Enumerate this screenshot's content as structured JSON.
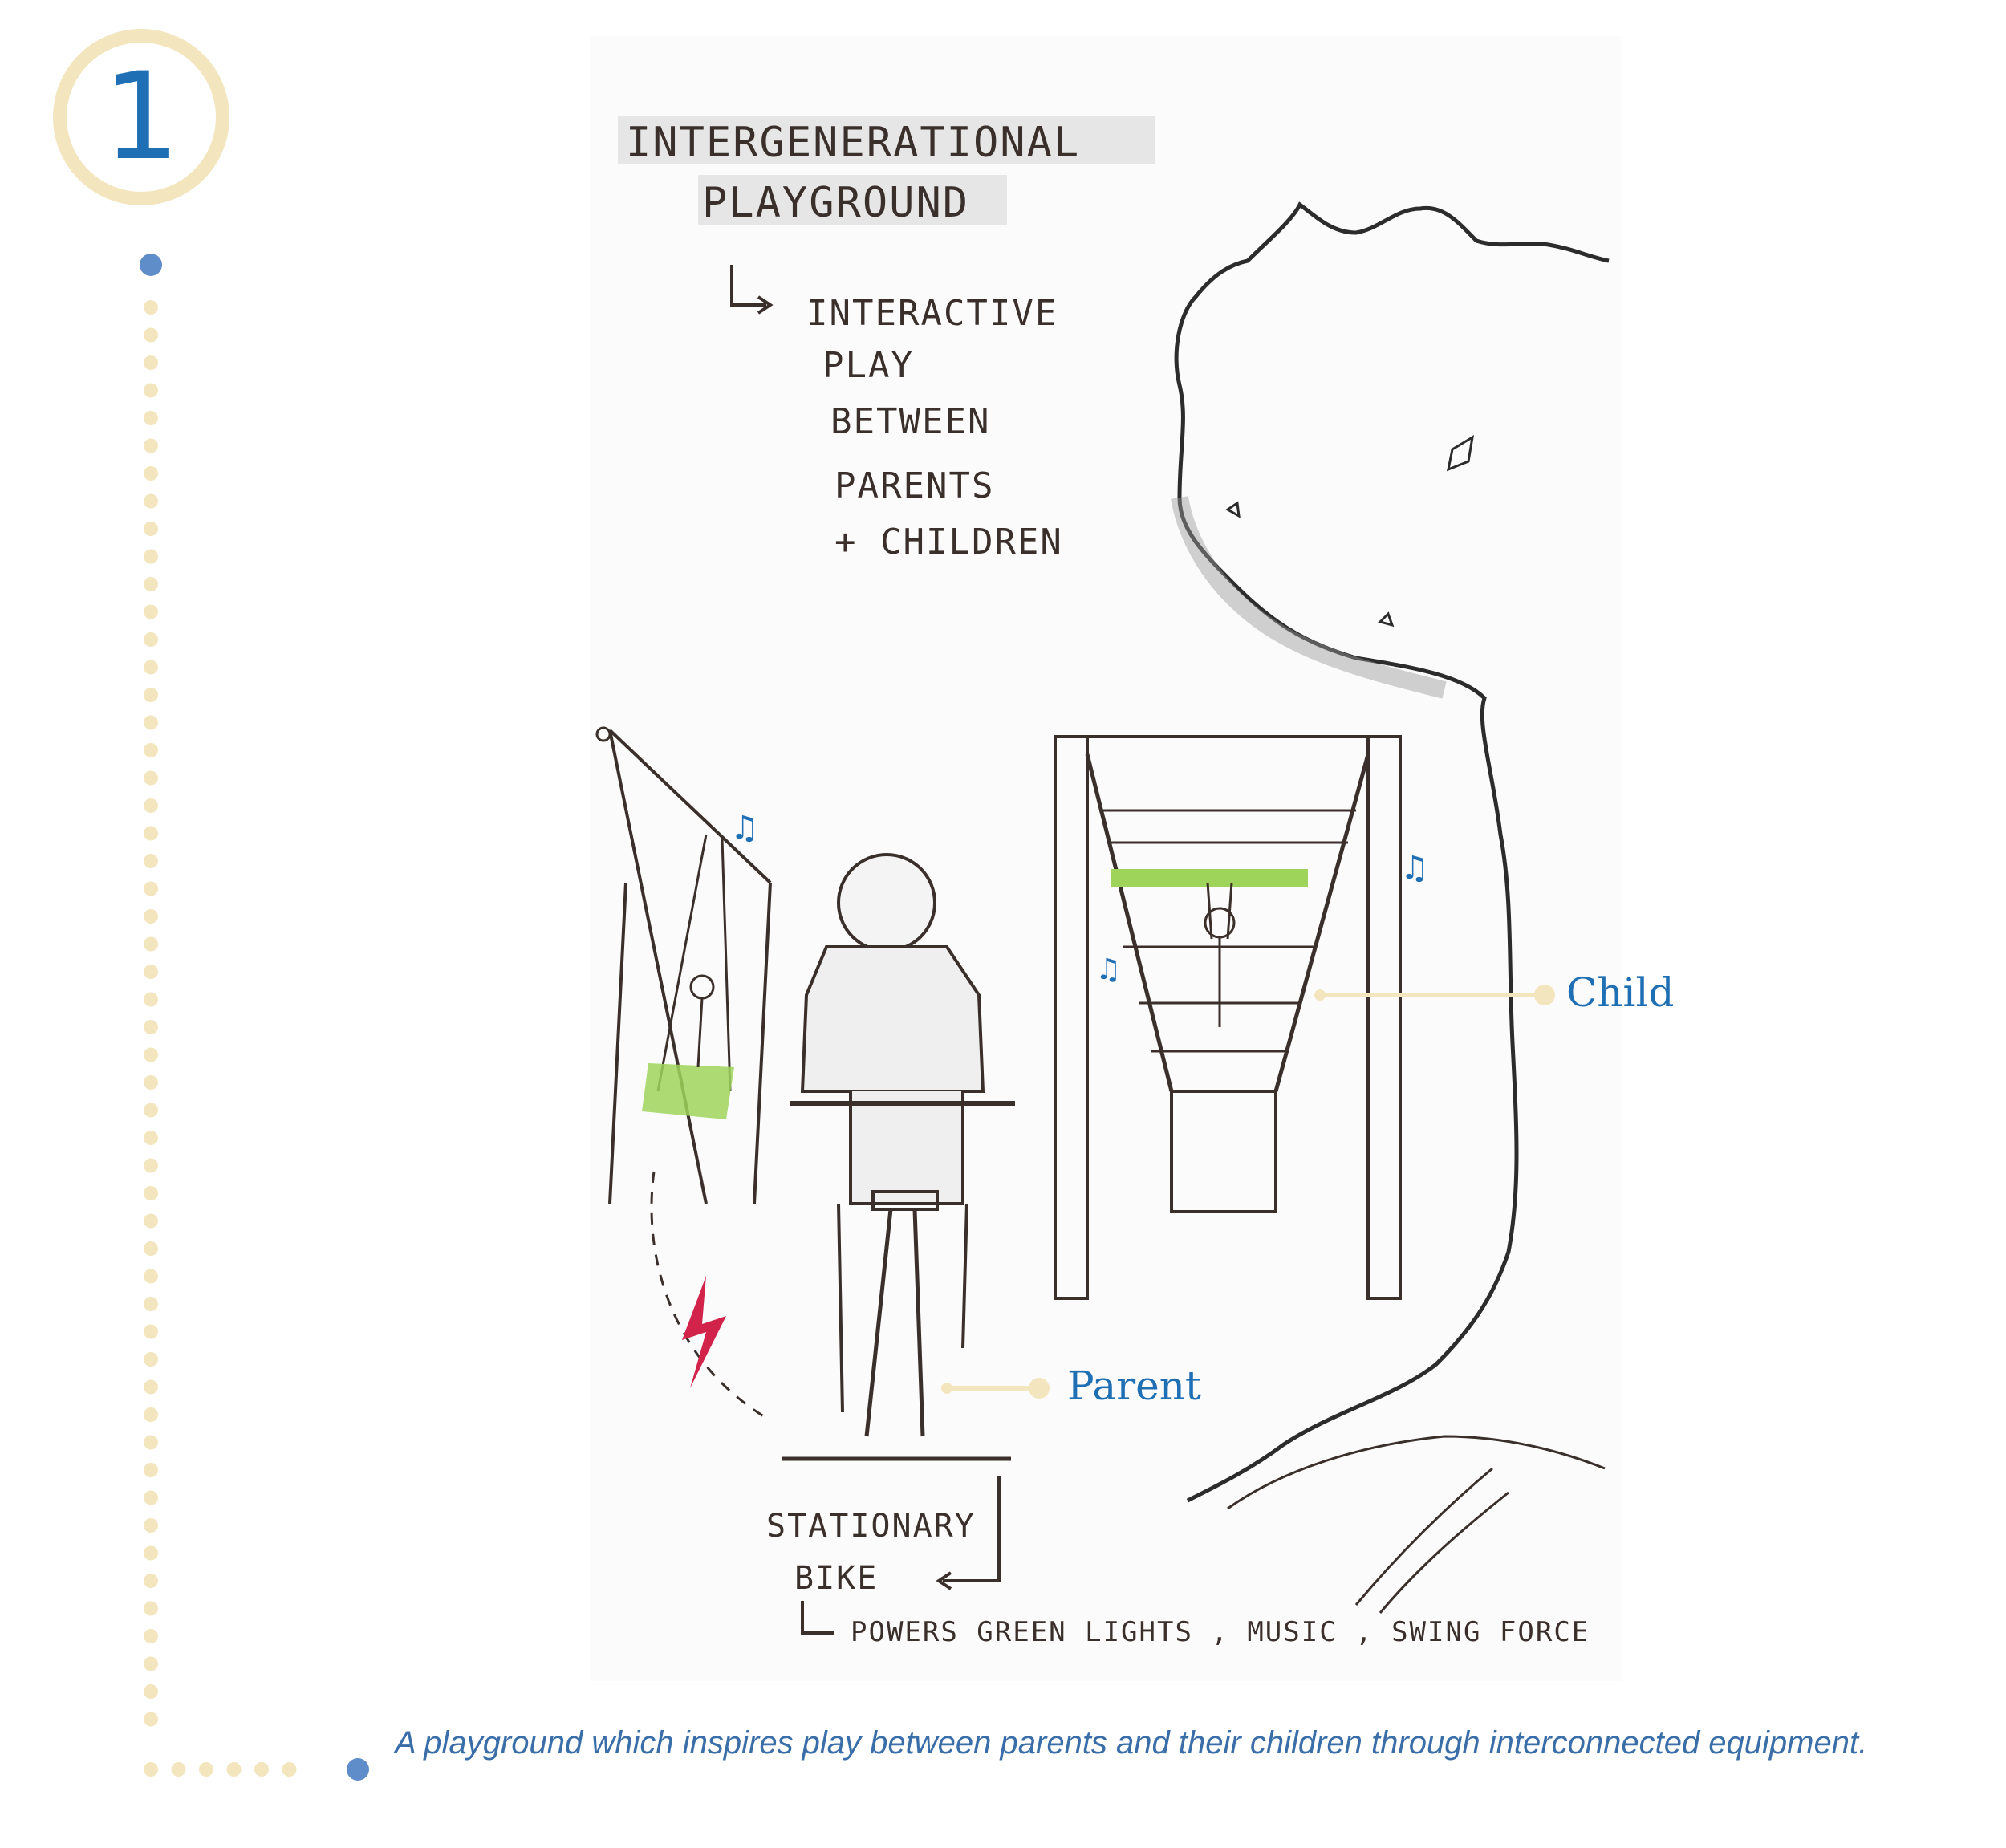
{
  "step": {
    "number": "1"
  },
  "sketch": {
    "title_line1": "INTERGENERATIONAL",
    "title_line2": "PLAYGROUND",
    "note_lines": [
      "INTERACTIVE",
      "PLAY",
      "BETWEEN",
      "PARENTS",
      "+ CHILDREN"
    ],
    "bike_label_line1": "STATIONARY",
    "bike_label_line2": "BIKE",
    "powers_note": "POWERS GREEN LIGHTS , MUSIC , SWING FORCE"
  },
  "callouts": {
    "child": "Child",
    "parent": "Parent"
  },
  "caption": "A playground which inspires play between parents and their children through interconnected equipment.",
  "colors": {
    "accent_blue": "#1f6fb5",
    "cream": "#f3e5bd",
    "dot_blue": "#5f8dc9",
    "green_light": "#9fd45a",
    "bolt_red": "#d2234b"
  }
}
